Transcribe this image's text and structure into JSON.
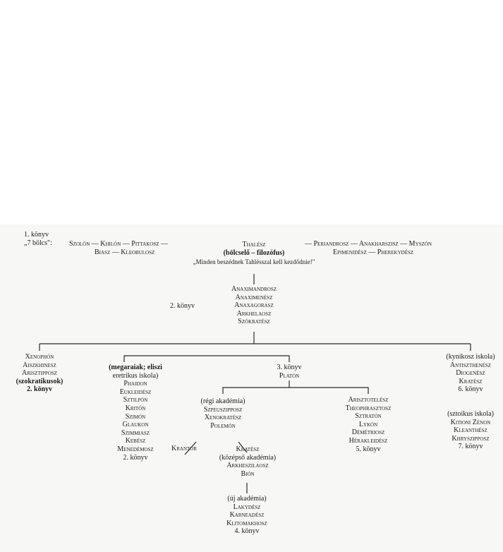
{
  "book1": {
    "label": "1. könyv",
    "wise_label": "„7 bölcs\":",
    "left_row1": "Szolón — Khilón — Pittakosz —",
    "left_row2": "Biasz — Kleobulosz",
    "center_name": "Thalész",
    "center_title": "(bölcselő – filozófus)",
    "quote": "„Minden beszédnek Tahlésszal kell kezdődnie!\"",
    "right_row1": "— Periandrosz — Anakharszisz — Myszón",
    "right_row2": "Epimenidész — Pherekydész"
  },
  "book2_chain": {
    "label": "2. könyv",
    "names": [
      "Anaximandrosz",
      "Anaximenész",
      "Anaxagorasz",
      "Arkhelaosz",
      "Szókratész"
    ]
  },
  "socratics": [
    "Xenophón",
    "Aiszkhinesz",
    "Arisztipposz",
    "(szokratikusok)",
    "2. könyv"
  ],
  "megarians": [
    "(megaraiak; eliszi",
    "eretrikus iskola)",
    "Phaidon",
    "Eukleidész",
    "Sztilpón",
    "Kritón",
    "Szimón",
    "Glaukon",
    "Szimmiasz",
    "Kebész",
    "Menedémosz",
    "2. könyv"
  ],
  "plato": [
    "3. könyv",
    "Platón"
  ],
  "old_academy": [
    "(régi akadémia)",
    "Szpeuszipposz",
    "Xenokratész",
    "Polemón"
  ],
  "krantor": "Krantor",
  "middle_academy": [
    "Kratész",
    "(középső akadémia)",
    "Arkheszilaosz",
    "Bión"
  ],
  "new_academy": [
    "(új akadémia)",
    "Lakydész",
    "Karneadész",
    "Klitomakhosz",
    "4. könyv"
  ],
  "aristotle": [
    "Arisztotelész",
    "Theophrasztosz",
    "Sztratón",
    "Lykón",
    "Démétriosz",
    "Hérakleidész",
    "5. könyv"
  ],
  "cynics": [
    "(kynikosz iskola)",
    "Antiszthenész",
    "Diogenész",
    "Kratész",
    "6. könyv"
  ],
  "stoics": [
    "(sztoikus iskola)",
    "Kitioni Zénon",
    "Kleanthész",
    "Khryszipposz",
    "7. könyv"
  ]
}
